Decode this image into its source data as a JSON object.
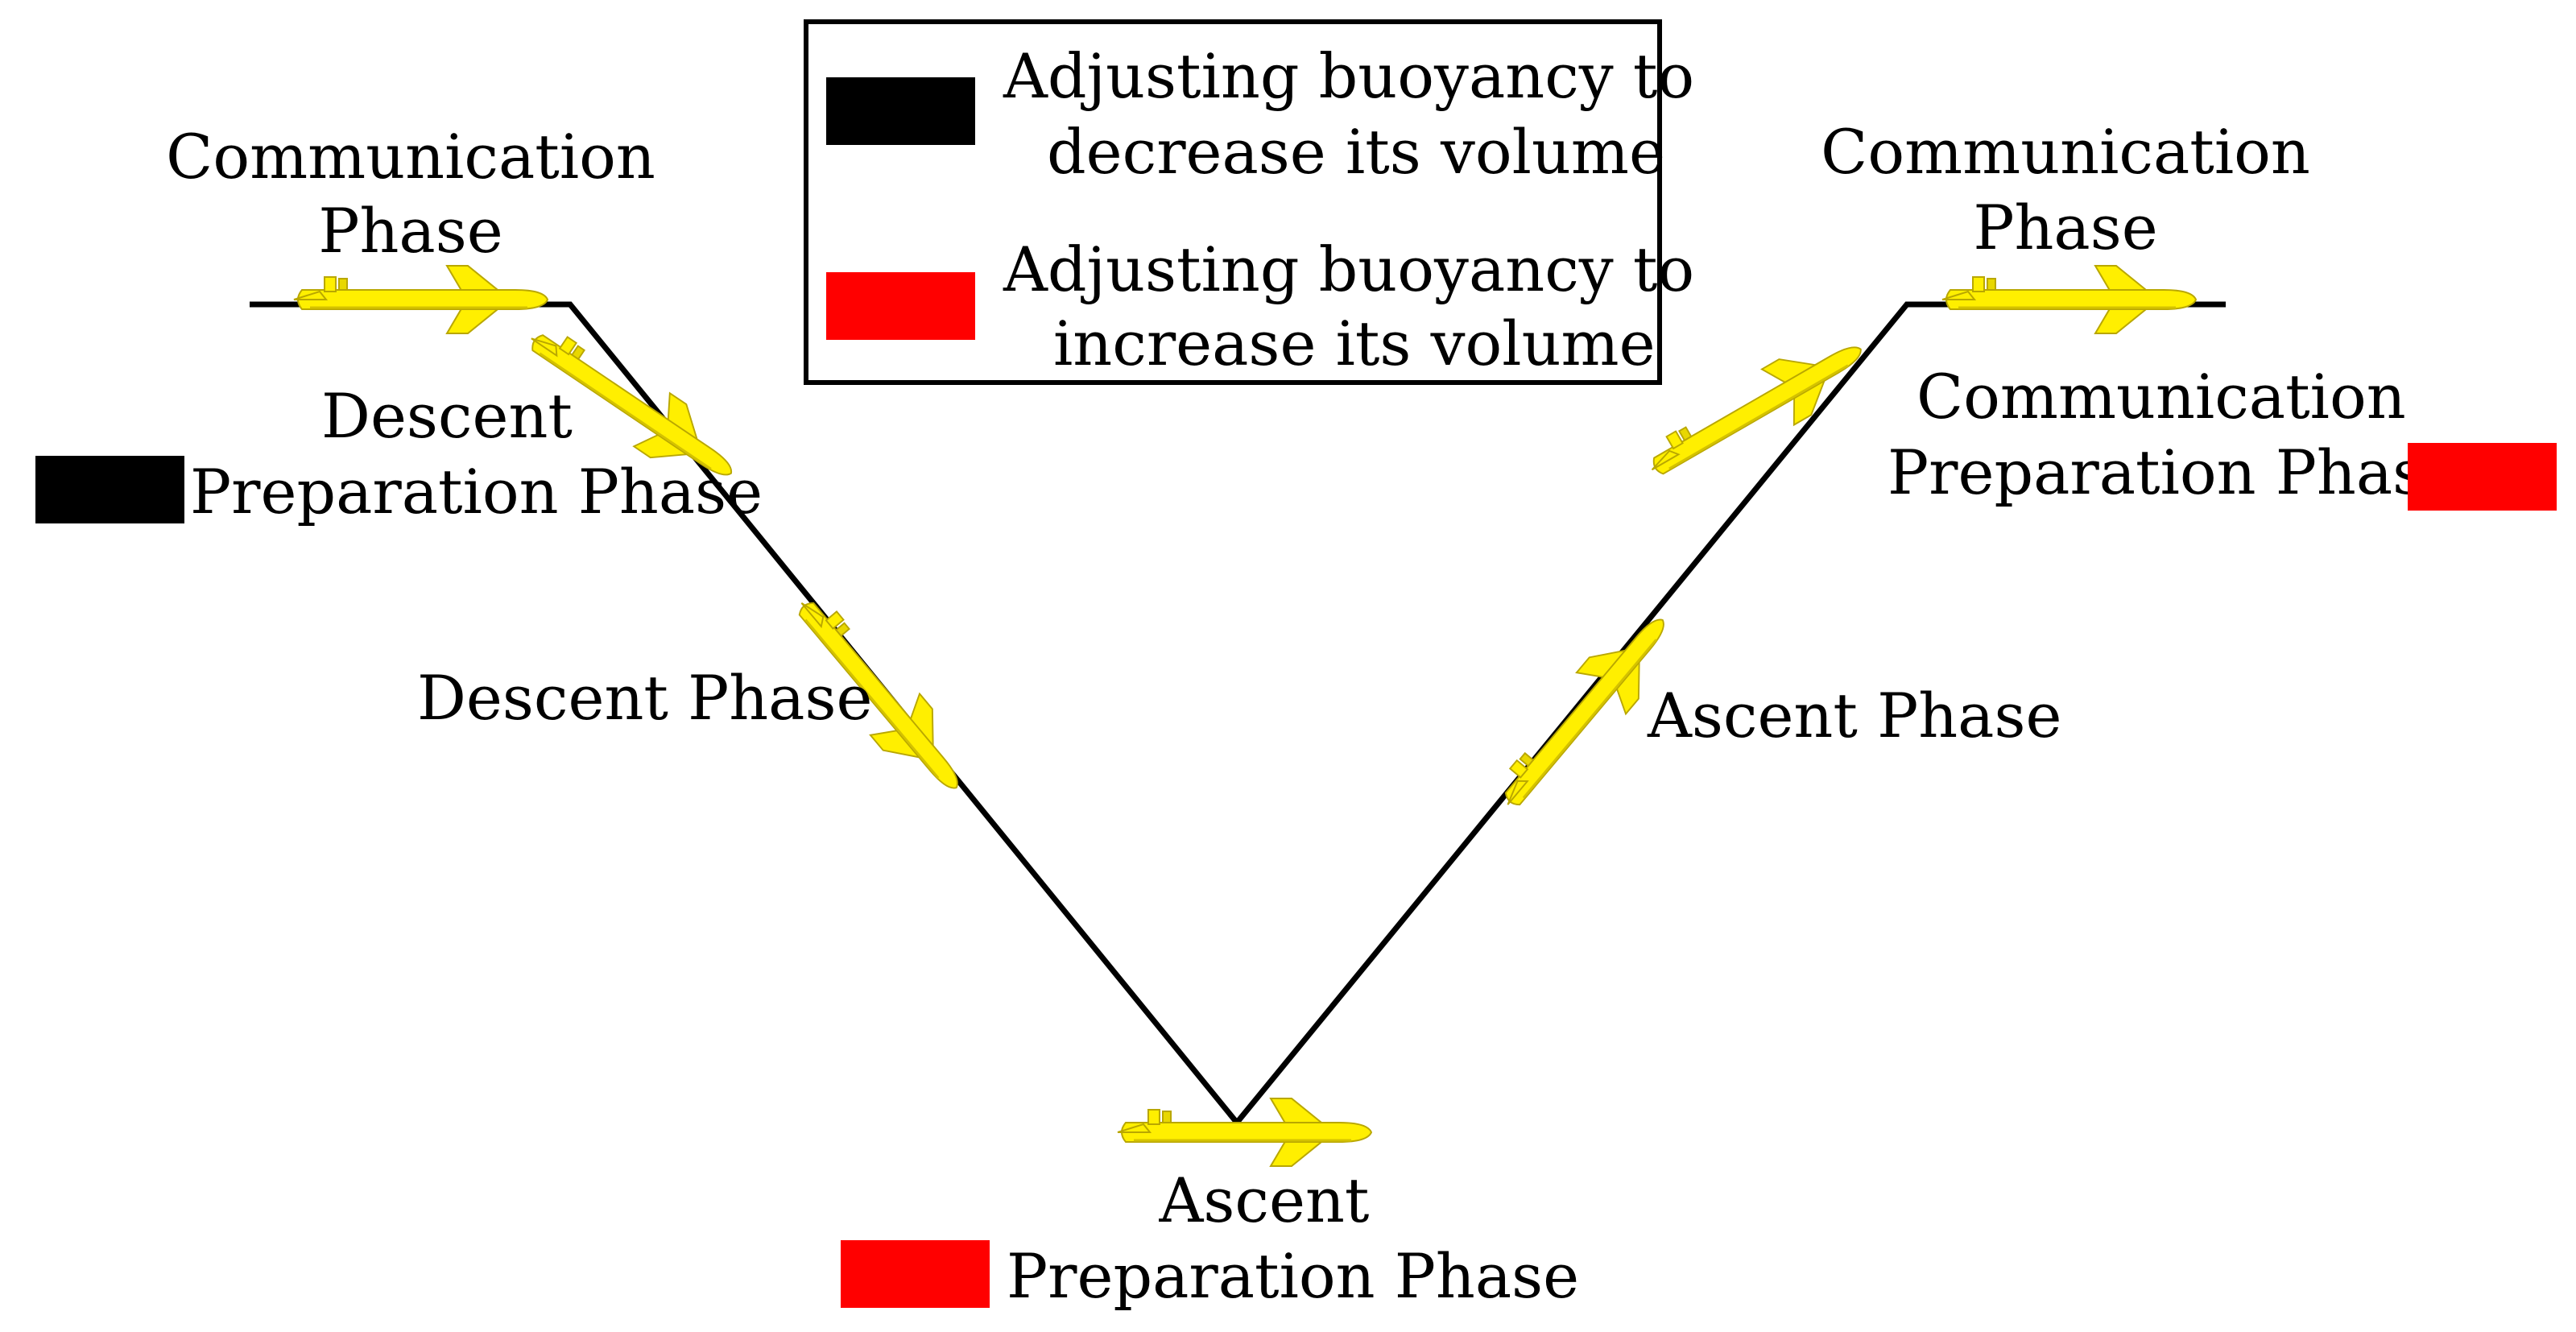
{
  "colors": {
    "path": "#000000",
    "decrease": "#000000",
    "increase": "#ff0000",
    "glider_body": "#ffef00",
    "glider_shade": "#c9b800"
  },
  "legend": {
    "decrease": {
      "line1": "Adjusting buoyancy to",
      "line2": "decrease its volume"
    },
    "increase": {
      "line1": "Adjusting buoyancy to",
      "line2": "increase its volume"
    }
  },
  "phases": {
    "comm_left": {
      "line1": "Communication",
      "line2": "Phase"
    },
    "descent_prep": {
      "line1": "Descent",
      "line2": "Preparation Phase",
      "buoyancy": "decrease"
    },
    "descent": {
      "line1": "Descent Phase"
    },
    "ascent_prep": {
      "line1": "Ascent",
      "line2": "Preparation Phase",
      "buoyancy": "increase"
    },
    "ascent": {
      "line1": "Ascent Phase"
    },
    "comm_prep": {
      "line1": "Communication",
      "line2": "Preparation Phase",
      "buoyancy": "increase"
    },
    "comm_right": {
      "line1": "Communication",
      "line2": "Phase"
    }
  },
  "icons": [
    "glider-icon"
  ]
}
